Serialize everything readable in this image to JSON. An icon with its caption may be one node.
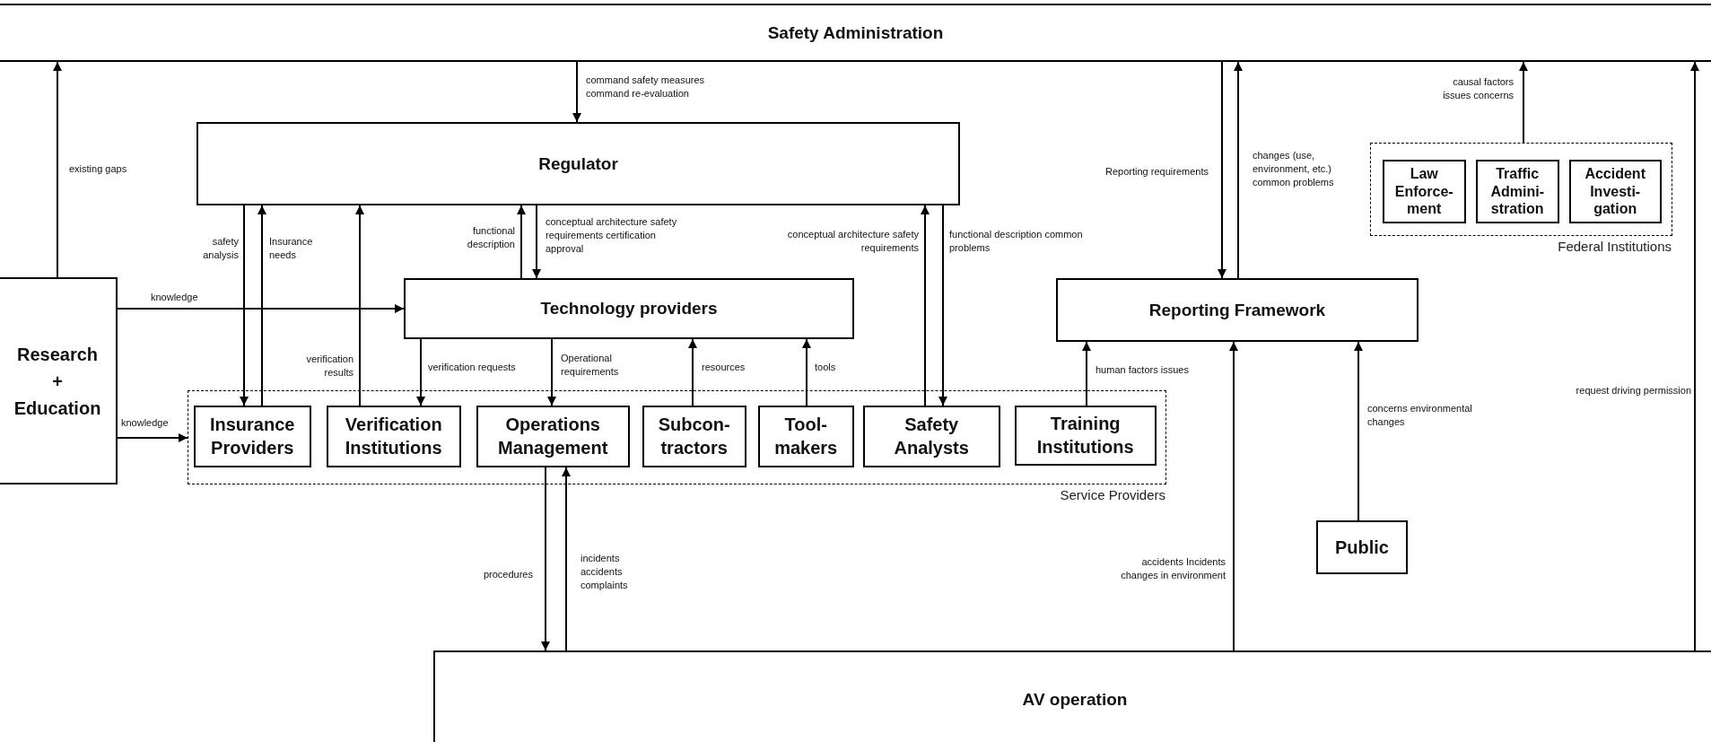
{
  "diagram": {
    "nodes": [
      {
        "text": [
          "Safety Administration"
        ]
      },
      {
        "text": [
          "Regulator"
        ]
      },
      {
        "text": [
          "Research + Education"
        ]
      },
      {
        "text": [
          "Technology providers"
        ]
      },
      {
        "text": [
          "Reporting Framework"
        ]
      },
      {
        "text": [
          "Federal Institutions"
        ]
      },
      {
        "text": [
          "Law Enforce-ment"
        ],
        "in": 5
      },
      {
        "text": [
          "Traffic Admini-stration"
        ],
        "in": 5
      },
      {
        "text": [
          "Accident Investi-gation"
        ],
        "in": 5
      },
      {
        "text": [
          "Service Providers"
        ]
      },
      {
        "text": [
          "Insurance Providers"
        ],
        "in": 9
      },
      {
        "text": [
          "Verification Institutions"
        ],
        "in": 9
      },
      {
        "text": [
          "Operations Management"
        ],
        "in": 9
      },
      {
        "text": [
          "Subcon-tractors"
        ],
        "in": 9
      },
      {
        "text": [
          "Tool-makers"
        ],
        "in": 9
      },
      {
        "text": [
          "Safety Analysts"
        ],
        "in": 9
      },
      {
        "text": [
          "Training Institutions"
        ],
        "in": 9
      },
      {
        "text": [
          "Public"
        ]
      },
      {
        "text": [
          "AV operation"
        ]
      }
    ],
    "edges": [
      {
        "from": 2,
        "to": 0,
        "arrow": "to",
        "label": "existing gaps"
      },
      {
        "from": 0,
        "to": 1,
        "arrow": "to",
        "label": "command safety measures command re-evaluation"
      },
      {
        "from": 1,
        "to": 10,
        "arrow": "to",
        "label": "safety analysis"
      },
      {
        "from": 10,
        "to": 1,
        "arrow": "to",
        "label": "Insurance needs"
      },
      {
        "from": 11,
        "to": 1,
        "arrow": "to",
        "label": "verification results"
      },
      {
        "from": 3,
        "to": 1,
        "arrow": "to",
        "label": "functional description"
      },
      {
        "from": 1,
        "to": 3,
        "arrow": "to",
        "label": "conceptual architecture safety requirements certification approval"
      },
      {
        "from": 2,
        "to": 3,
        "arrow": "to",
        "label": "knowledge"
      },
      {
        "from": 2,
        "to": 9,
        "arrow": "to",
        "label": "knowledge"
      },
      {
        "from": 3,
        "to": 11,
        "arrow": "to",
        "label": "verification requests"
      },
      {
        "from": 3,
        "to": 12,
        "arrow": "to",
        "label": "Operational requirements"
      },
      {
        "from": 13,
        "to": 3,
        "arrow": "to",
        "label": "resources"
      },
      {
        "from": 14,
        "to": 3,
        "arrow": "to",
        "label": "tools"
      },
      {
        "from": 15,
        "to": 1,
        "arrow": "to",
        "label": "conceptual architecture safety requirements"
      },
      {
        "from": 1,
        "to": 15,
        "arrow": "to",
        "label": "functional description common problems"
      },
      {
        "from": 16,
        "to": 4,
        "arrow": "to",
        "label": "human factors issues"
      },
      {
        "from": 0,
        "to": 4,
        "arrow": "to",
        "label": "Reporting requirements"
      },
      {
        "from": 4,
        "to": 0,
        "arrow": "to",
        "label": "changes (use, environment, etc.) common problems"
      },
      {
        "from": 5,
        "to": 0,
        "arrow": "to",
        "label": "causal factors issues concerns"
      },
      {
        "from": 18,
        "to": 4,
        "arrow": "to",
        "label": "accidents Incidents changes in environment"
      },
      {
        "from": 17,
        "to": 4,
        "arrow": "to",
        "label": "concerns environmental changes"
      },
      {
        "from": 18,
        "to": 0,
        "arrow": "to",
        "label": "request driving permission"
      },
      {
        "from": 12,
        "to": 18,
        "arrow": "to",
        "label": "procedures"
      },
      {
        "from": 18,
        "to": 12,
        "arrow": "to",
        "label": "incidents accidents complaints"
      }
    ]
  }
}
